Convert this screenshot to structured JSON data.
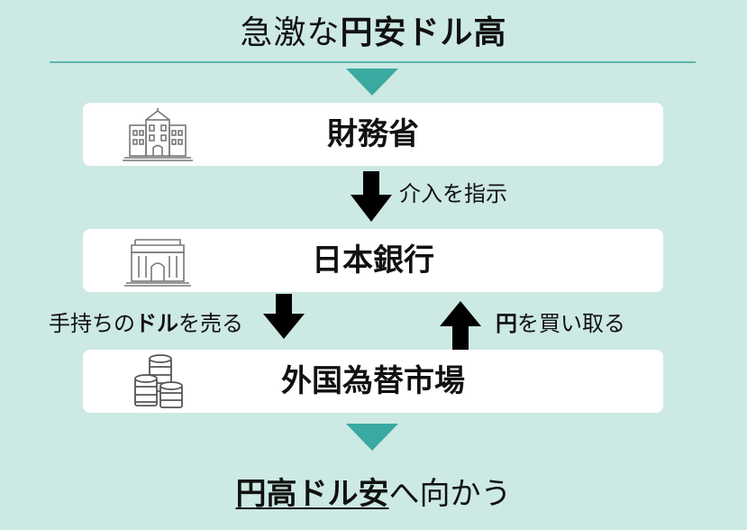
{
  "header": {
    "title_plain": "急激な",
    "title_bold": "円安ドル高"
  },
  "nodes": [
    {
      "label": "財務省",
      "icon": "government-building-icon"
    },
    {
      "label": "日本銀行",
      "icon": "bank-icon"
    },
    {
      "label": "外国為替市場",
      "icon": "coin-stacks-icon"
    }
  ],
  "edges": {
    "instruct": "介入を指示",
    "sell_prefix": "手持ちの",
    "sell_bold": "ドル",
    "sell_suffix": "を売る",
    "buy_bold": "円",
    "buy_suffix": "を買い取る"
  },
  "footer": {
    "result_bold": "円高ドル安",
    "result_plain": "へ向かう"
  },
  "colors": {
    "background": "#cde9e4",
    "accent": "#3aa9a0",
    "box": "#ffffff",
    "arrow": "#000000"
  }
}
